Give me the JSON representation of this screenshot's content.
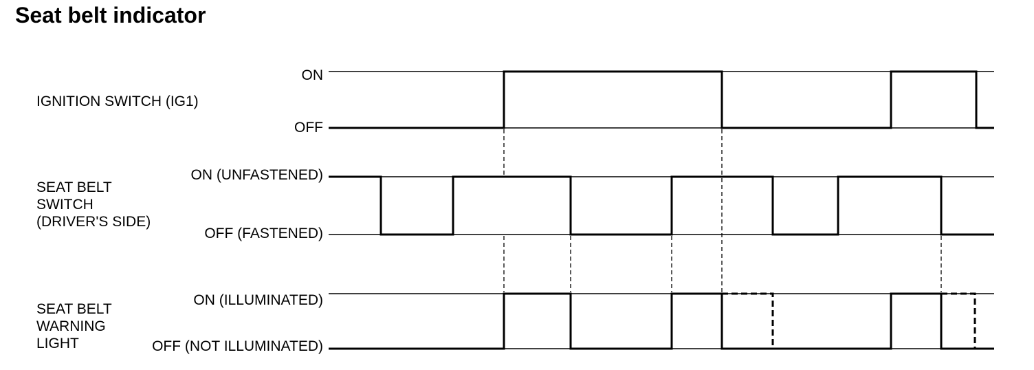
{
  "title": "Seat belt indicator",
  "signals": [
    {
      "id": "ignition",
      "name_lines": [
        "IGNITION SWITCH (IG1)"
      ],
      "high_label": "ON",
      "low_label": "OFF",
      "initial": "low",
      "transitions": [
        733,
        1050,
        1296,
        1420
      ]
    },
    {
      "id": "seatbelt-switch",
      "name_lines": [
        "SEAT BELT",
        "SWITCH",
        "(DRIVER'S SIDE)"
      ],
      "high_label": "ON (UNFASTENED)",
      "low_label": "OFF (FASTENED)",
      "initial": "high",
      "transitions": [
        554,
        659,
        830,
        977,
        1124,
        1219,
        1369
      ]
    },
    {
      "id": "warning-light",
      "name_lines": [
        "SEAT BELT",
        "WARNING",
        "LIGHT"
      ],
      "high_label": "ON (ILLUMINATED)",
      "low_label": "OFF (NOT ILLUMINATED)",
      "initial": "low",
      "transitions": [
        733,
        830,
        977,
        1050,
        1296,
        1369
      ],
      "dashed_pulses": [
        [
          1050,
          1124
        ],
        [
          1369,
          1418
        ]
      ]
    }
  ],
  "sync_lines": [
    733,
    830,
    977,
    1050,
    1369
  ]
}
